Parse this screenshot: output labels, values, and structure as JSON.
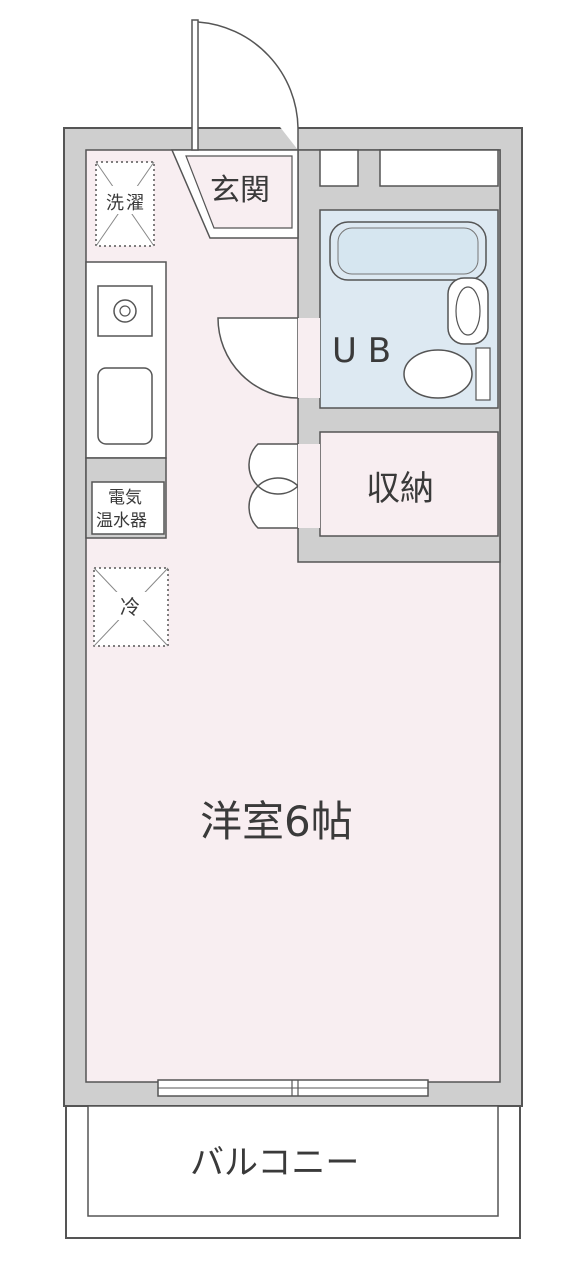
{
  "plan": {
    "rooms": {
      "entrance": "玄関",
      "unit_bath": "U B",
      "storage": "収納",
      "western_room": "洋室6帖",
      "balcony": "バルコニー"
    },
    "fixtures": {
      "washer_line1": "洗",
      "washer_line2": "濯",
      "water_heater_line1": "電気",
      "water_heater_line2": "温水器",
      "fridge": "冷"
    }
  },
  "colors": {
    "wall": "#cfcfcf",
    "wall_edge": "#555555",
    "floor": "#f8eef1",
    "bath": "#dde9f2",
    "fixture_fill": "#ffffff"
  }
}
